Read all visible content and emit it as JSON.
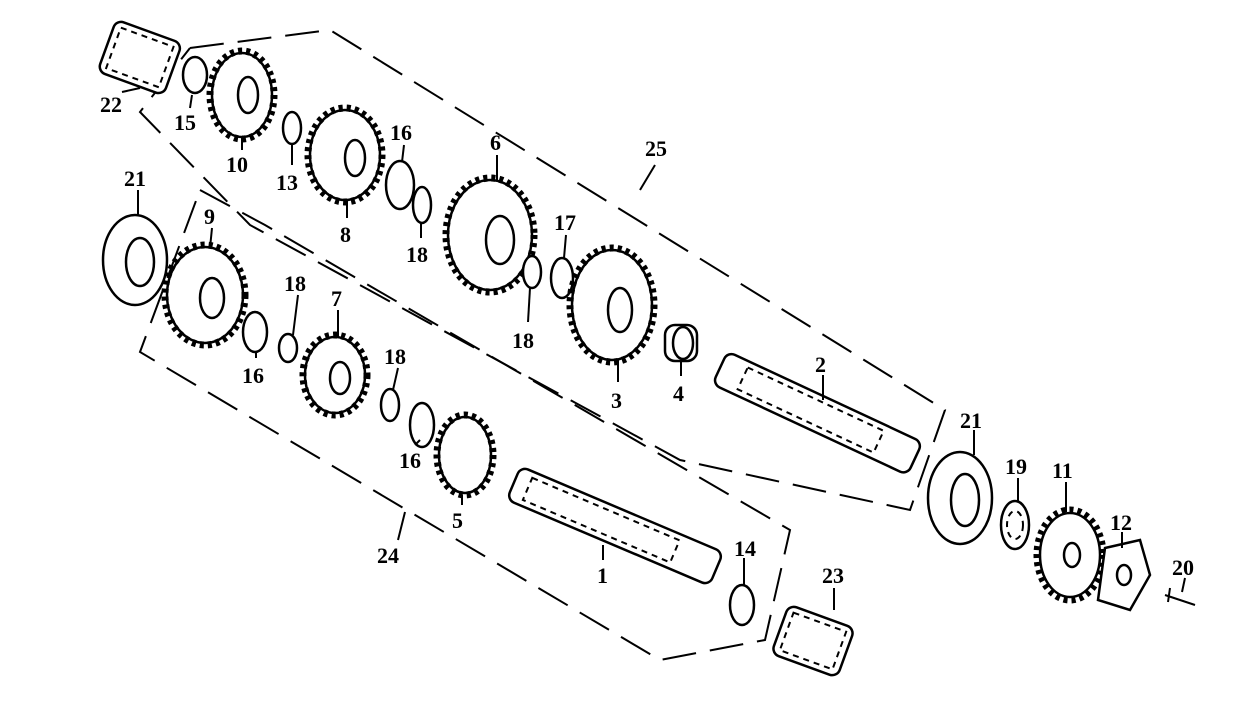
{
  "title": "Transmission exploded view",
  "labels": [
    {
      "text": "22"
    },
    {
      "text": "15"
    },
    {
      "text": "10"
    },
    {
      "text": "13"
    },
    {
      "text": "8"
    },
    {
      "text": "16"
    },
    {
      "text": "18"
    },
    {
      "text": "6"
    },
    {
      "text": "17"
    },
    {
      "text": "18"
    },
    {
      "text": "3"
    },
    {
      "text": "4"
    },
    {
      "text": "25"
    },
    {
      "text": "2"
    },
    {
      "text": "21"
    },
    {
      "text": "9"
    },
    {
      "text": "18"
    },
    {
      "text": "7"
    },
    {
      "text": "16"
    },
    {
      "text": "18"
    },
    {
      "text": "16"
    },
    {
      "text": "5"
    },
    {
      "text": "24"
    },
    {
      "text": "1"
    },
    {
      "text": "14"
    },
    {
      "text": "23"
    },
    {
      "text": "21"
    },
    {
      "text": "19"
    },
    {
      "text": "11"
    },
    {
      "text": "12"
    },
    {
      "text": "20"
    }
  ]
}
